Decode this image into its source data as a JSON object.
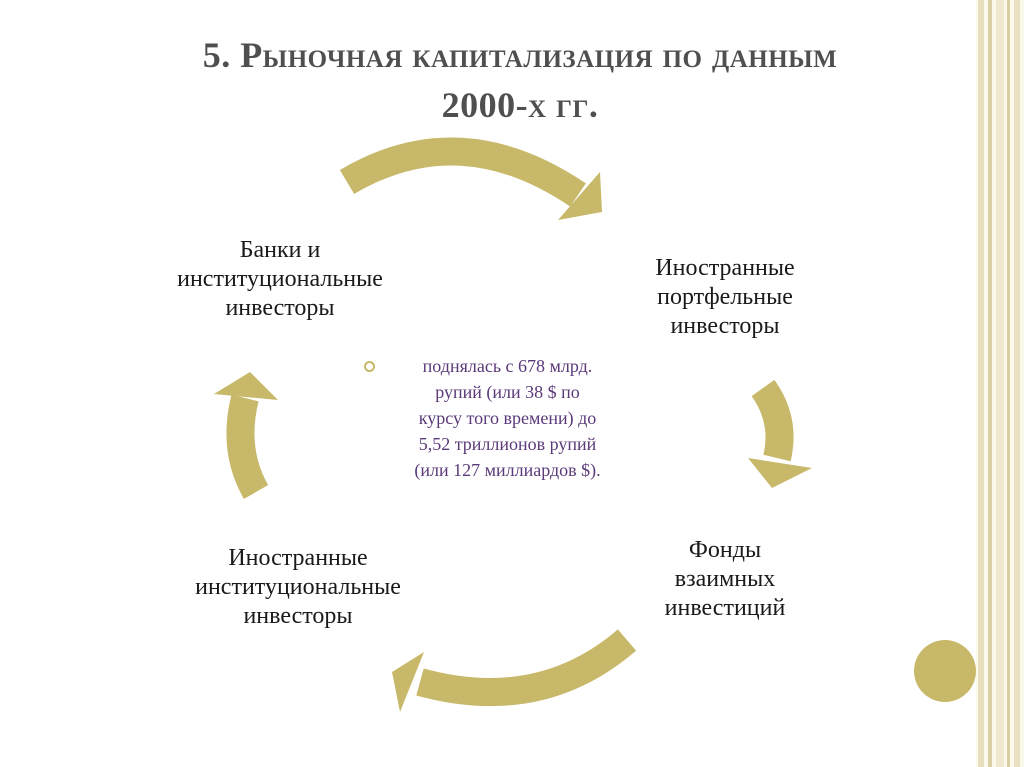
{
  "slide": {
    "title_lines": [
      "5. Рыночная капитализация по данным",
      "2000-х гг."
    ]
  },
  "nodes": {
    "top_left": [
      "Банки и",
      "институциональные",
      "инвесторы"
    ],
    "top_right": [
      "Иностранные",
      "портфельные",
      "инвесторы"
    ],
    "bottom_right": [
      "Фонды",
      "взаимных",
      "инвестиций"
    ],
    "bottom_left": [
      "Иностранные",
      "институциональные",
      "инвесторы"
    ]
  },
  "center_note": {
    "lines": [
      "поднялась с 678 млрд.",
      "рупий (или 38 $ по",
      "курсу того времени) до",
      "5,52 триллионов рупий",
      "(или 127 миллиардов $)."
    ]
  },
  "colors": {
    "accent": "#c8b869",
    "title": "#4f4f4f",
    "note_text": "#5b3a7a",
    "stripe_light": "#f2edd6",
    "stripe_dark": "#d9cfa2"
  },
  "icons": {
    "arrows": [
      "curved-arrow-right-icon",
      "curved-arrow-down-icon",
      "curved-arrow-left-icon",
      "curved-arrow-up-icon"
    ],
    "bullet": "ring-bullet-icon"
  }
}
